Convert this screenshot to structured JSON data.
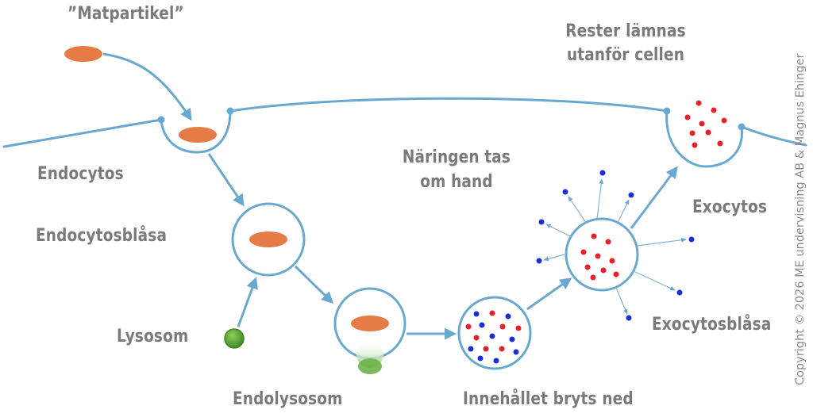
{
  "labels": {
    "matpartikel": "”Matpartikel”",
    "rester_line1": "Rester lämnas",
    "rester_line2": "utanför cellen",
    "endocytos": "Endocytos",
    "endocytosblasa": "Endocytosblåsa",
    "naringen_line1": "Näringen tas",
    "naringen_line2": "om hand",
    "exocytos": "Exocytos",
    "lysosom": "Lysosom",
    "exocytosblasa": "Exocytosblåsa",
    "endolysosom": "Endolysosom",
    "innehallet": "Innehållet bryts ned"
  },
  "copyright": "Copyright © 2026 ME undervisning AB & Magnus Ehinger",
  "colors": {
    "membrane": "#6aa9cf",
    "arrow": "#6aa9cf",
    "label": "#7a7a7a",
    "food": "#e67c45",
    "lysosome": "#4a9a2c",
    "red_dot": "#e8202a",
    "blue_dot": "#1a2fd8"
  }
}
